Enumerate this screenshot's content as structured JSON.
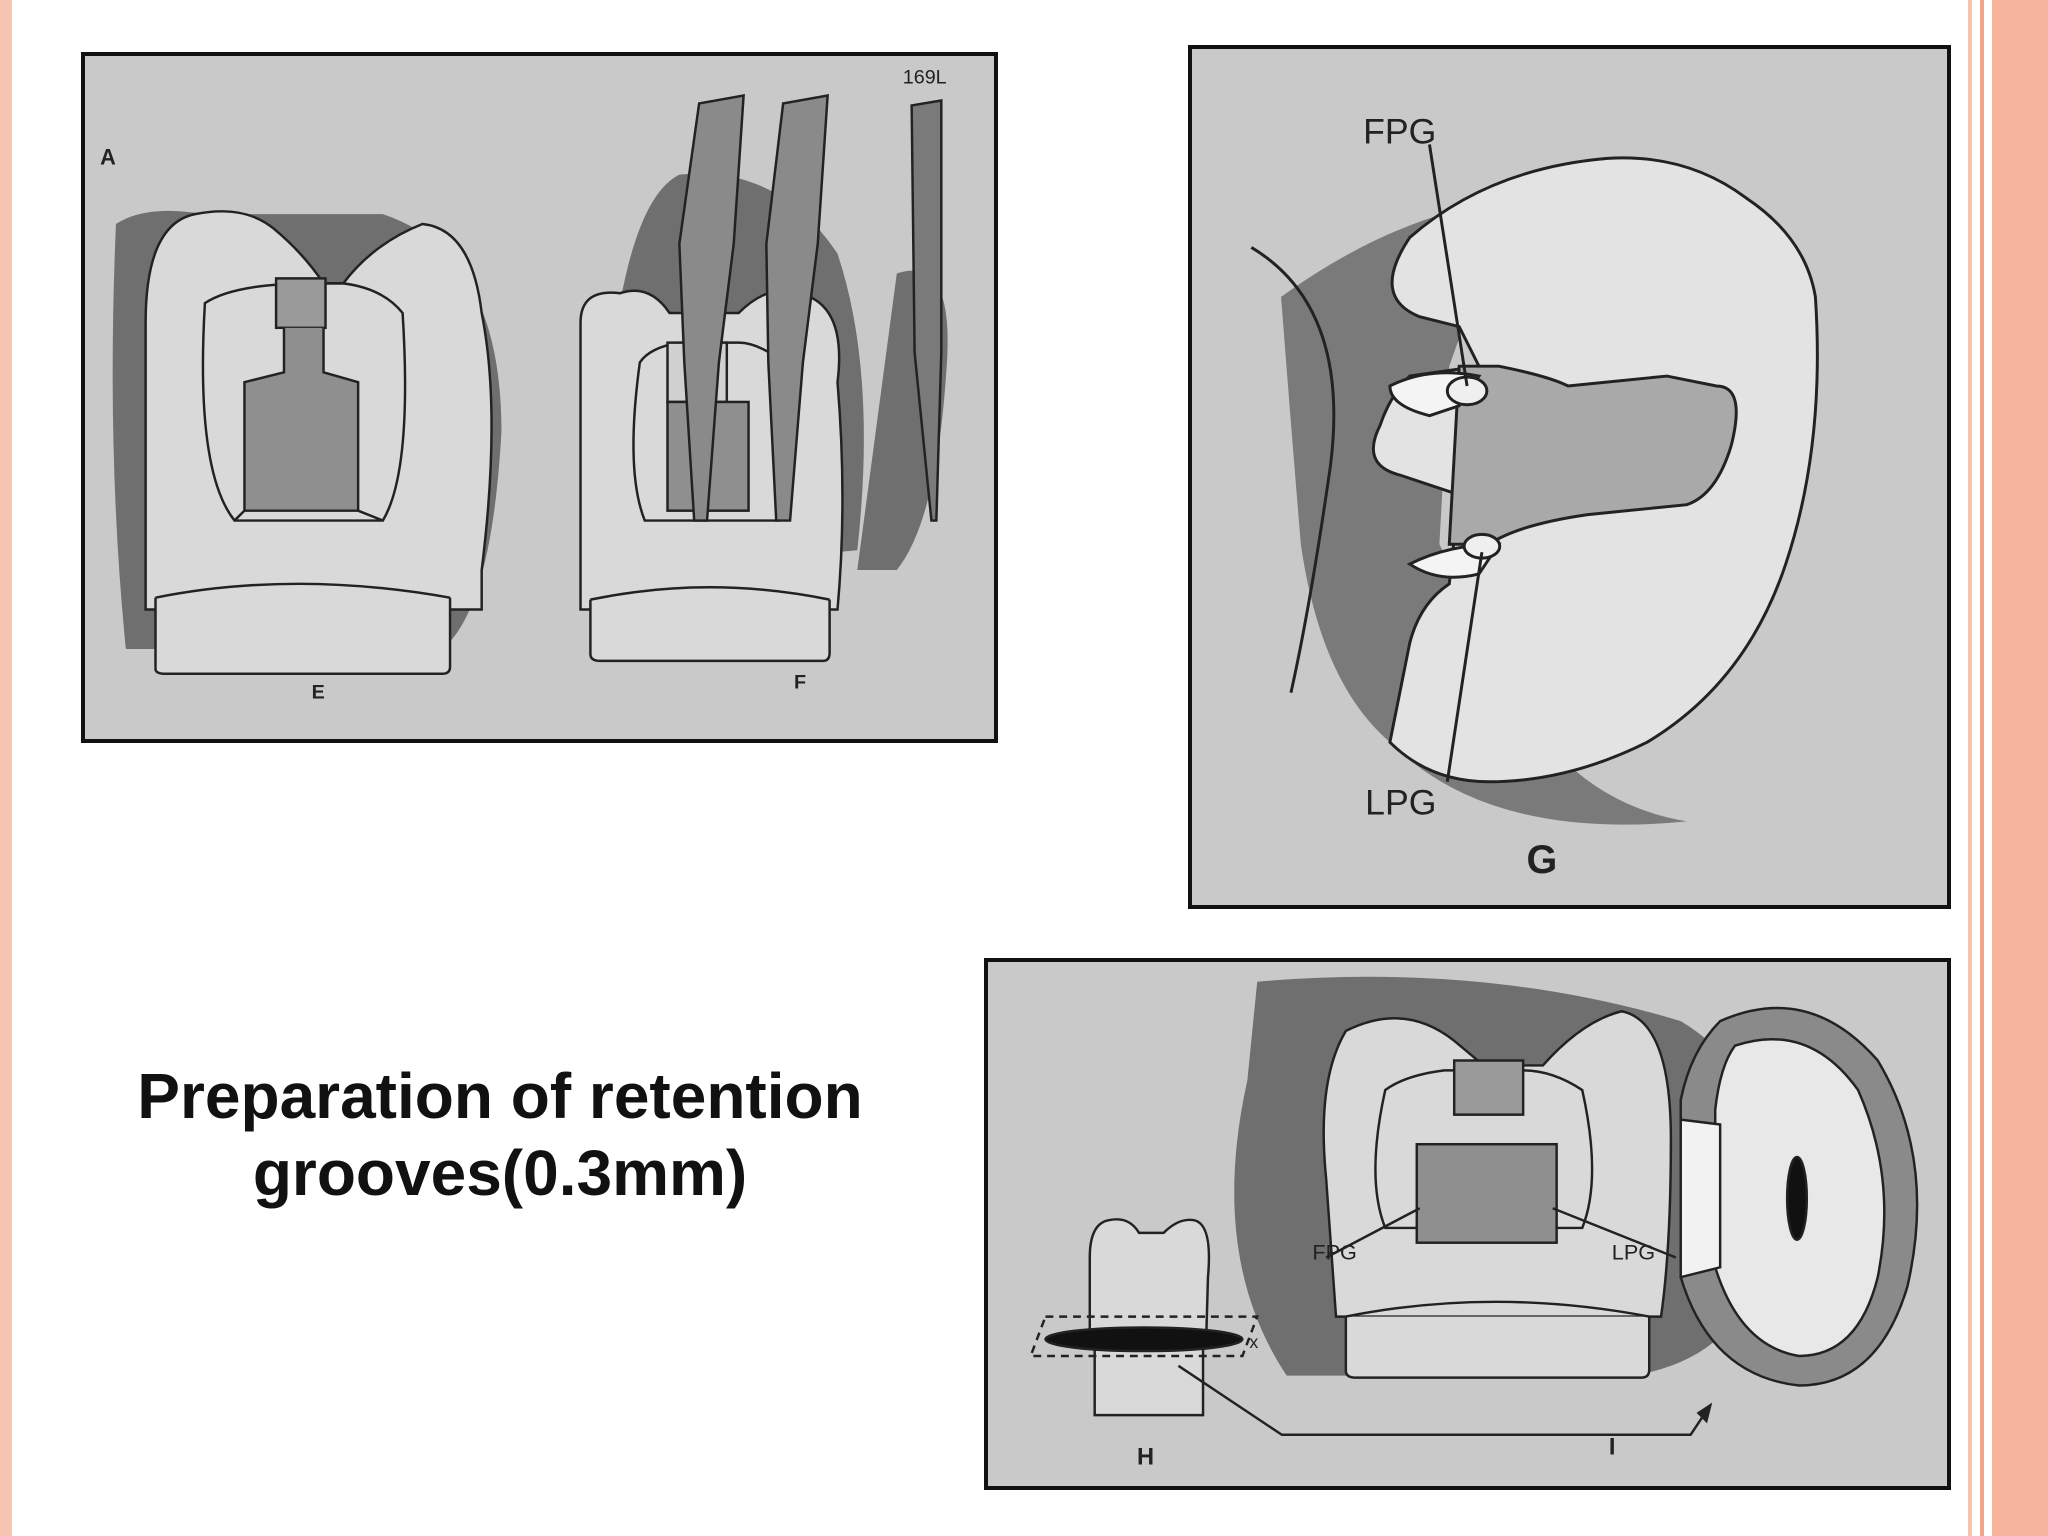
{
  "slide": {
    "title_line1": "Preparation of retention",
    "title_line2": "grooves(0.3mm)"
  },
  "panel_ef": {
    "label_a": "A",
    "label_e": "E",
    "label_f": "F",
    "bur_label": "169L"
  },
  "panel_g": {
    "label_fpg": "FPG",
    "label_lpg": "LPG",
    "label_g": "G"
  },
  "panel_hi": {
    "label_fpg": "FPG",
    "label_lpg": "LPG",
    "label_x": "x",
    "label_h": "H",
    "label_i": "I"
  },
  "colors": {
    "border_left": "#f6c4b0",
    "border_right": "#f2a78c",
    "panel_bg": "#c9c9c9",
    "shadow": "#6f6f6f",
    "tooth_fill": "#d9d9d9"
  }
}
